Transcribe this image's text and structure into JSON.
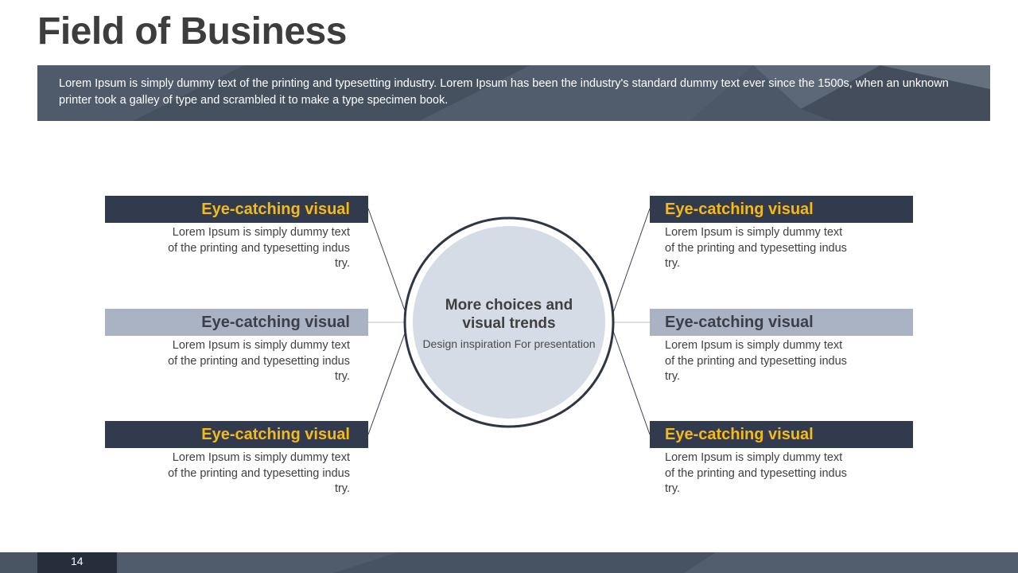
{
  "title": "Field of Business",
  "banner": {
    "text": "Lorem Ipsum is simply dummy text of the printing and typesetting industry. Lorem Ipsum has been the industry's standard dummy text ever since the 1500s, when an unknown printer took a galley of type and scrambled it to make a type specimen book."
  },
  "center": {
    "title_line1": "More choices and",
    "title_line2": "visual trends",
    "subtitle": "Design inspiration For presentation"
  },
  "items": [
    {
      "heading": "Eye-catching visual",
      "line1": "Lorem Ipsum is simply dummy text",
      "line2": "of the printing and typesetting indus",
      "line3": "try."
    },
    {
      "heading": "Eye-catching visual",
      "line1": "Lorem Ipsum is simply dummy text",
      "line2": "of the printing and typesetting indus",
      "line3": "try."
    },
    {
      "heading": "Eye-catching visual",
      "line1": "Lorem Ipsum is simply dummy text",
      "line2": "of the printing and typesetting indus",
      "line3": "try."
    },
    {
      "heading": "Eye-catching visual",
      "line1": "Lorem Ipsum is simply dummy text",
      "line2": "of the printing and typesetting indus",
      "line3": "try."
    },
    {
      "heading": "Eye-catching visual",
      "line1": "Lorem Ipsum is simply dummy text",
      "line2": "of the printing and typesetting indus",
      "line3": "try."
    },
    {
      "heading": "Eye-catching visual",
      "line1": "Lorem Ipsum is simply dummy text",
      "line2": "of the printing and typesetting indus",
      "line3": "try."
    }
  ],
  "footer": {
    "page_number": "14"
  },
  "colors": {
    "dark_navy": "#323b4d",
    "accent_yellow": "#f5b918",
    "light_slate": "#a9b3c4",
    "circle_fill": "#d6dce6",
    "banner_bg": "#4a5564"
  }
}
